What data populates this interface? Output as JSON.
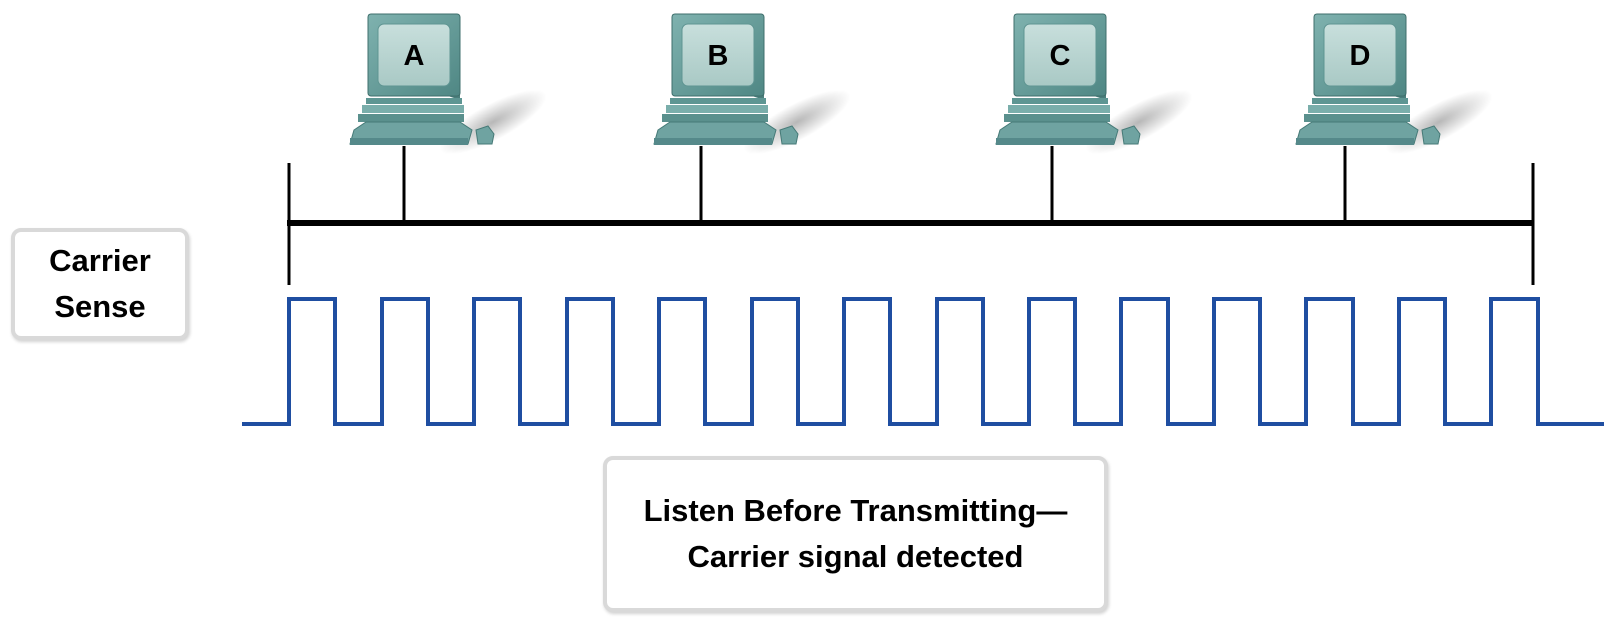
{
  "diagram": {
    "computers": [
      {
        "label": "A"
      },
      {
        "label": "B"
      },
      {
        "label": "C"
      },
      {
        "label": "D"
      }
    ],
    "carrier_sense_label": "Carrier Sense",
    "caption": "Listen Before Transmitting—Carrier signal detected",
    "colors": {
      "bus_line": "#000000",
      "signal_wave": "#1f4ea1",
      "computer_body": "#6fa3a1",
      "computer_screen": "#b7d3d0",
      "callout_border": "#d9d9d9"
    },
    "icons": [
      "computer-icon",
      "square-wave-signal"
    ]
  }
}
